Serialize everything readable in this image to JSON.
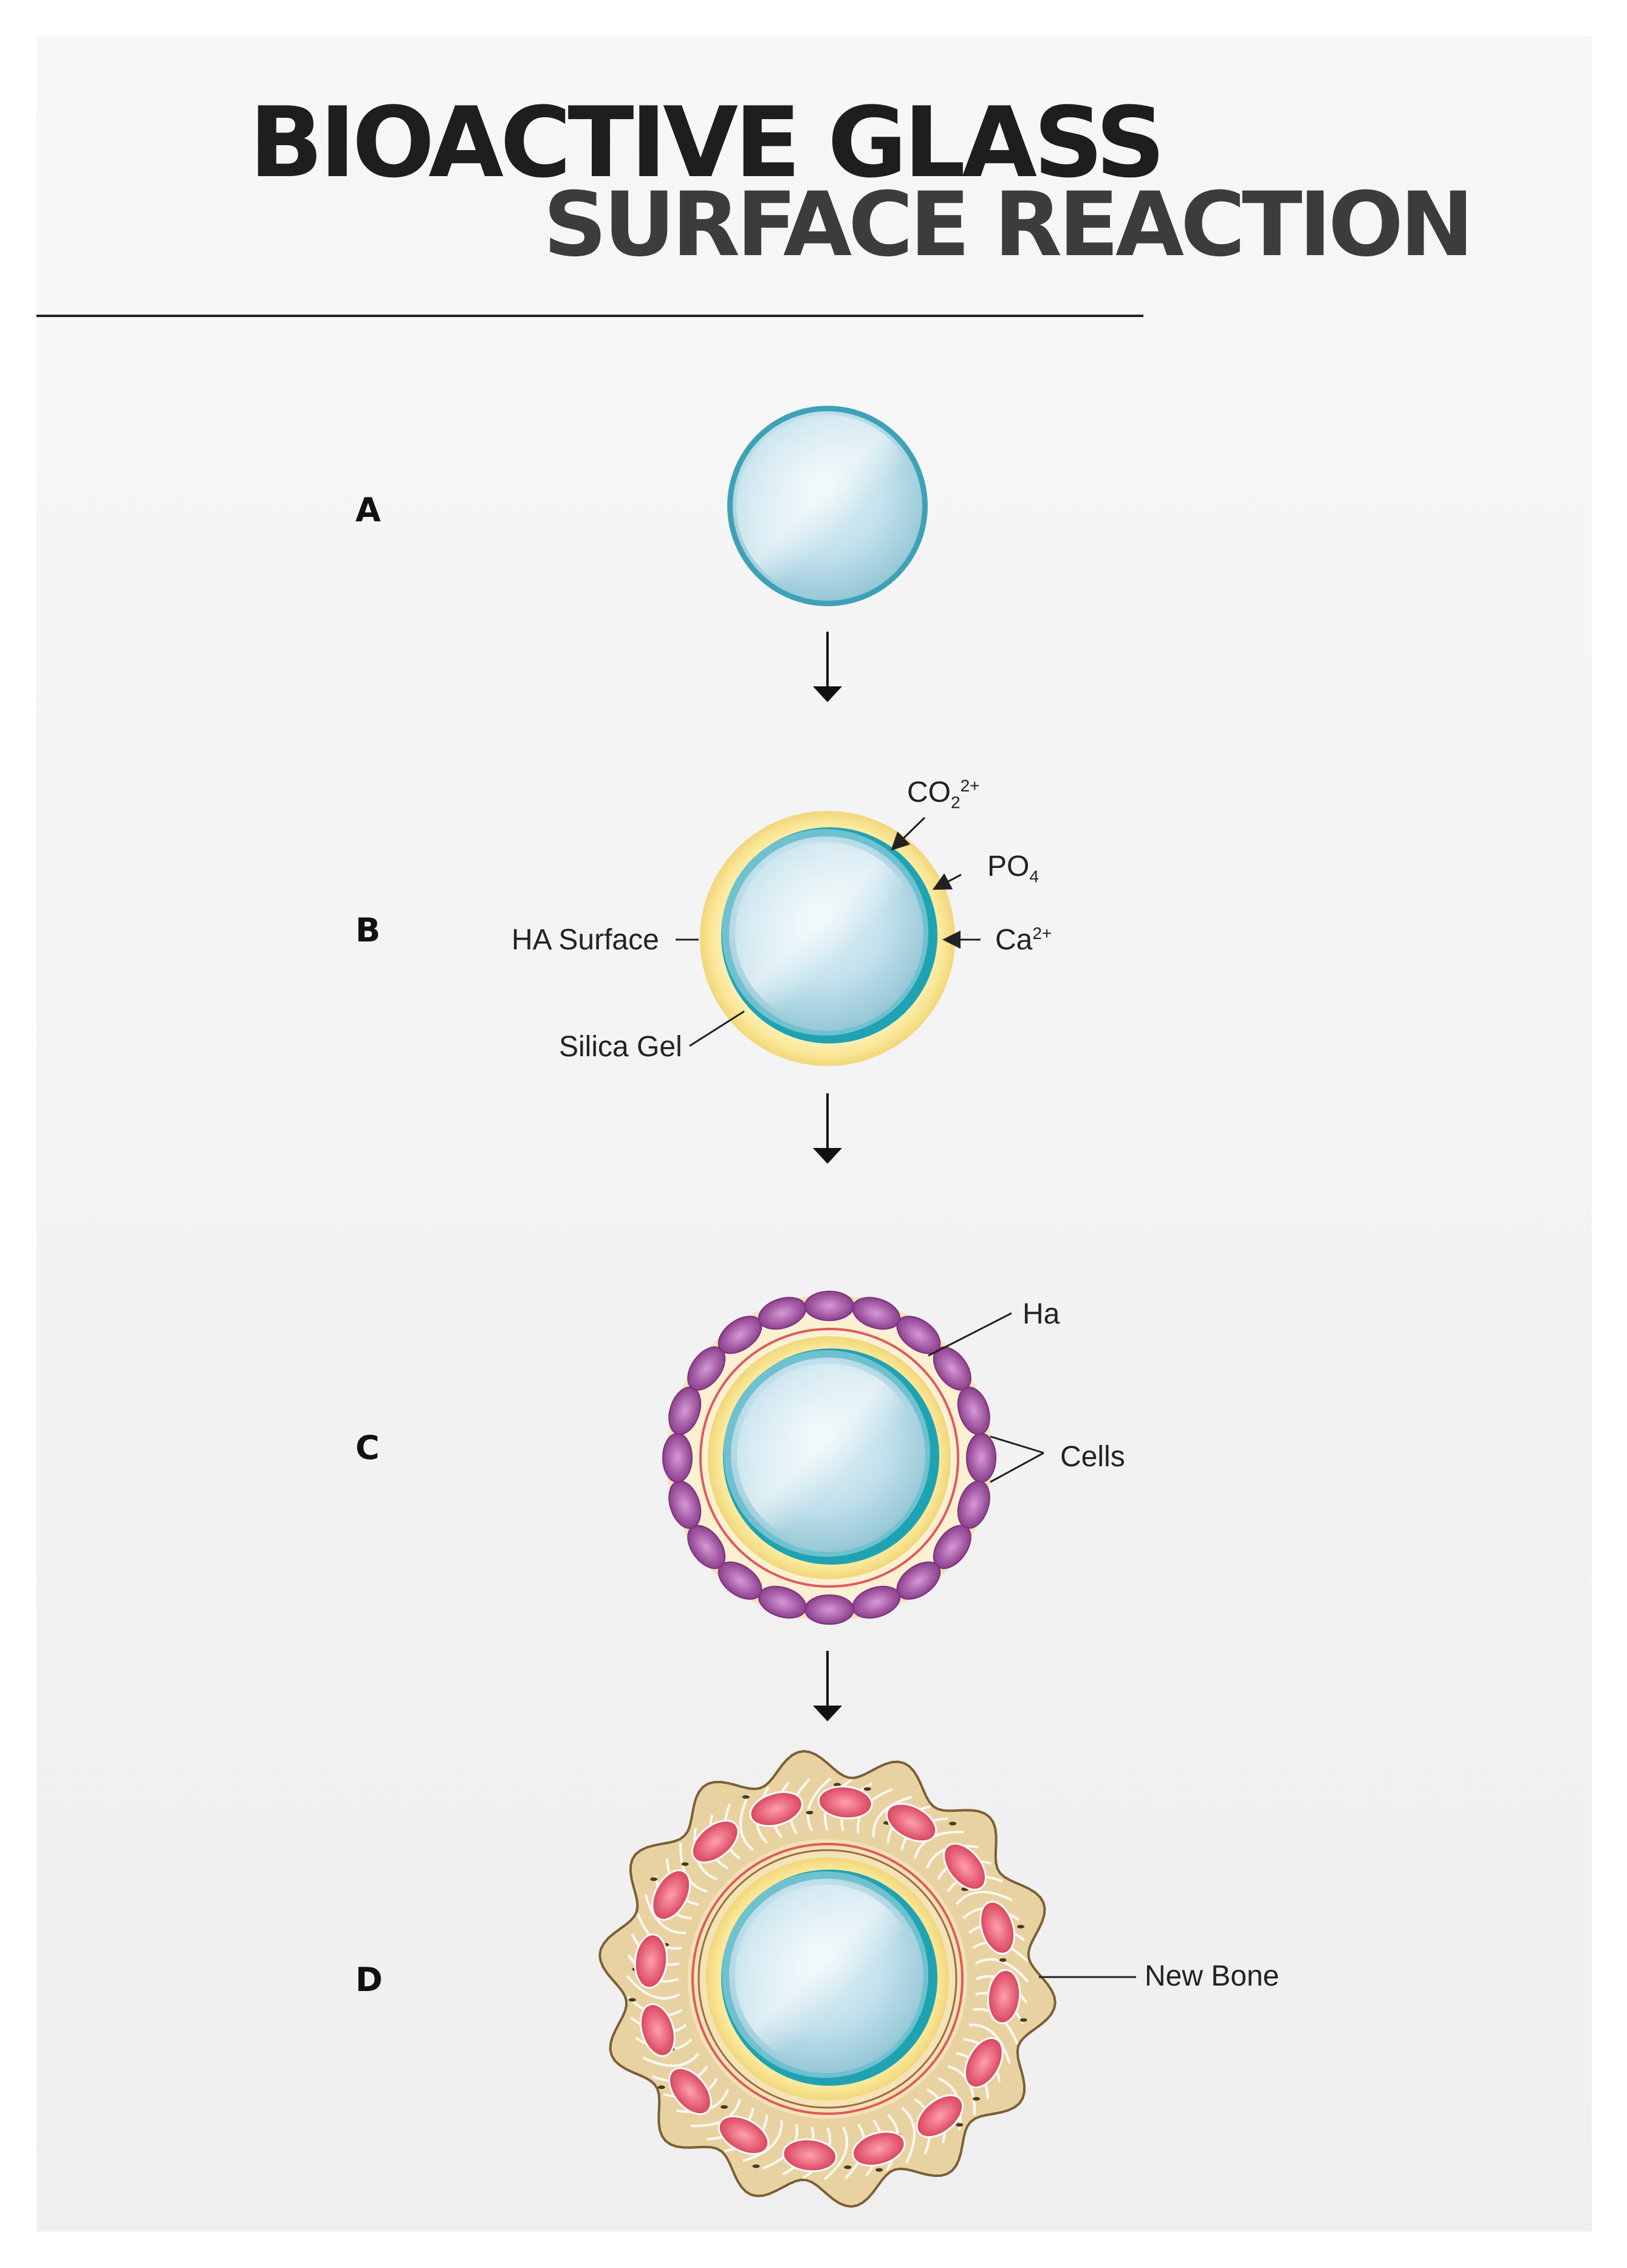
{
  "title": {
    "line1": "BIOACTIVE GLASS",
    "line2": "SURFACE REACTION"
  },
  "stages": [
    {
      "label": "A"
    },
    {
      "label": "B",
      "annotations": {
        "co2": "CO",
        "co2_sub": "2",
        "co2_sup": "2+",
        "po4": "PO",
        "po4_sub": "4",
        "ca": "Ca",
        "ca_sup": "2+",
        "ha_surface": "HA Surface",
        "silica_gel": "Silica Gel"
      }
    },
    {
      "label": "C",
      "annotations": {
        "ha": "Ha",
        "cells": "Cells"
      }
    },
    {
      "label": "D",
      "annotations": {
        "new_bone": "New Bone"
      }
    }
  ],
  "colors": {
    "glass": "#bfe3ef",
    "glass_rim": "#3aa7bb",
    "silica": "#1fa3b3",
    "ha_layer": "#f6dd7a",
    "cell": "#9a4f9a",
    "bone": "#e8cf9e",
    "bone_cell": "#e8667a",
    "arrow": "#111111"
  }
}
